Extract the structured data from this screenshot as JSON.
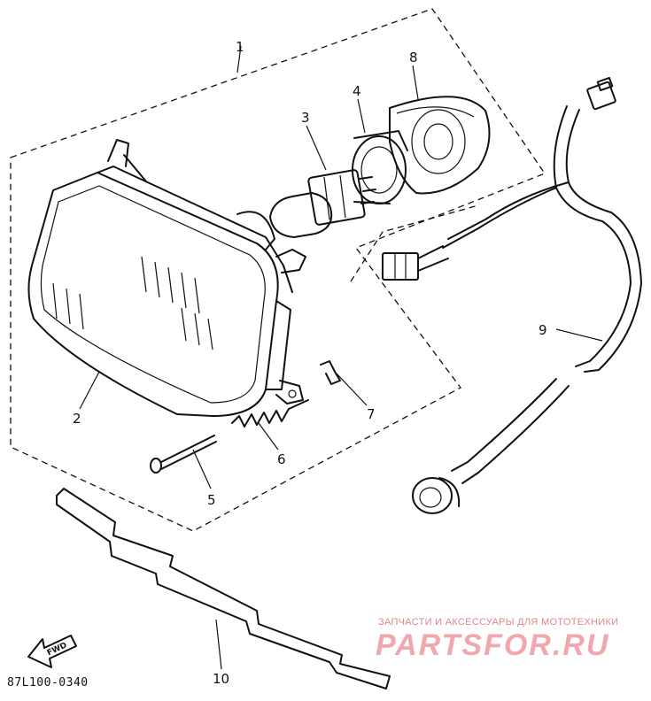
{
  "diagram": {
    "callouts": [
      "1",
      "2",
      "3",
      "4",
      "5",
      "6",
      "7",
      "8",
      "9",
      "10"
    ],
    "fwd_label": "FWD",
    "drawing_code": "87L100-0340"
  },
  "watermark": {
    "caption": "ЗАПЧАСТИ И АКСЕССУАРЫ ДЛЯ МОТОТЕХНИКИ",
    "logo": "PARTSFOR.RU"
  }
}
